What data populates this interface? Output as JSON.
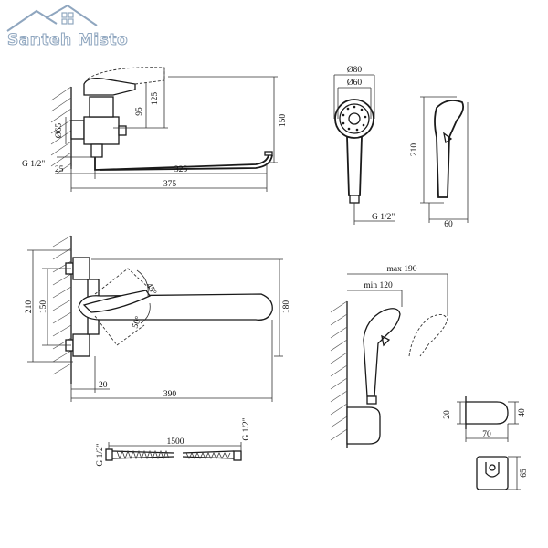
{
  "logo": {
    "text": "Santeh Misto",
    "brand_color": "#8fa6bf"
  },
  "colors": {
    "line": "#1a1a1a",
    "dimension": "#333333"
  },
  "views": {
    "side_view": {
      "dimensions": [
        "125",
        "95",
        "150",
        "Ø65",
        "G 1/2\"",
        "25",
        "325",
        "375"
      ]
    },
    "shower_head_front": {
      "dimensions": [
        "Ø80",
        "Ø60",
        "210",
        "G 1/2\""
      ]
    },
    "shower_head_side": {
      "dimensions": [
        "60"
      ]
    },
    "top_view": {
      "dimensions": [
        "210",
        "150",
        "180",
        "20",
        "390"
      ],
      "angles": [
        "45°",
        "50°"
      ]
    },
    "hose": {
      "dimensions": [
        "1500",
        "G 1/2\"",
        "G 1/2\""
      ]
    },
    "holder_wall": {
      "dimensions": [
        "max 190",
        "min 120"
      ]
    },
    "holder_side": {
      "dimensions": [
        "20",
        "40",
        "70"
      ]
    },
    "holder_front": {
      "dimensions": [
        "65"
      ]
    }
  }
}
